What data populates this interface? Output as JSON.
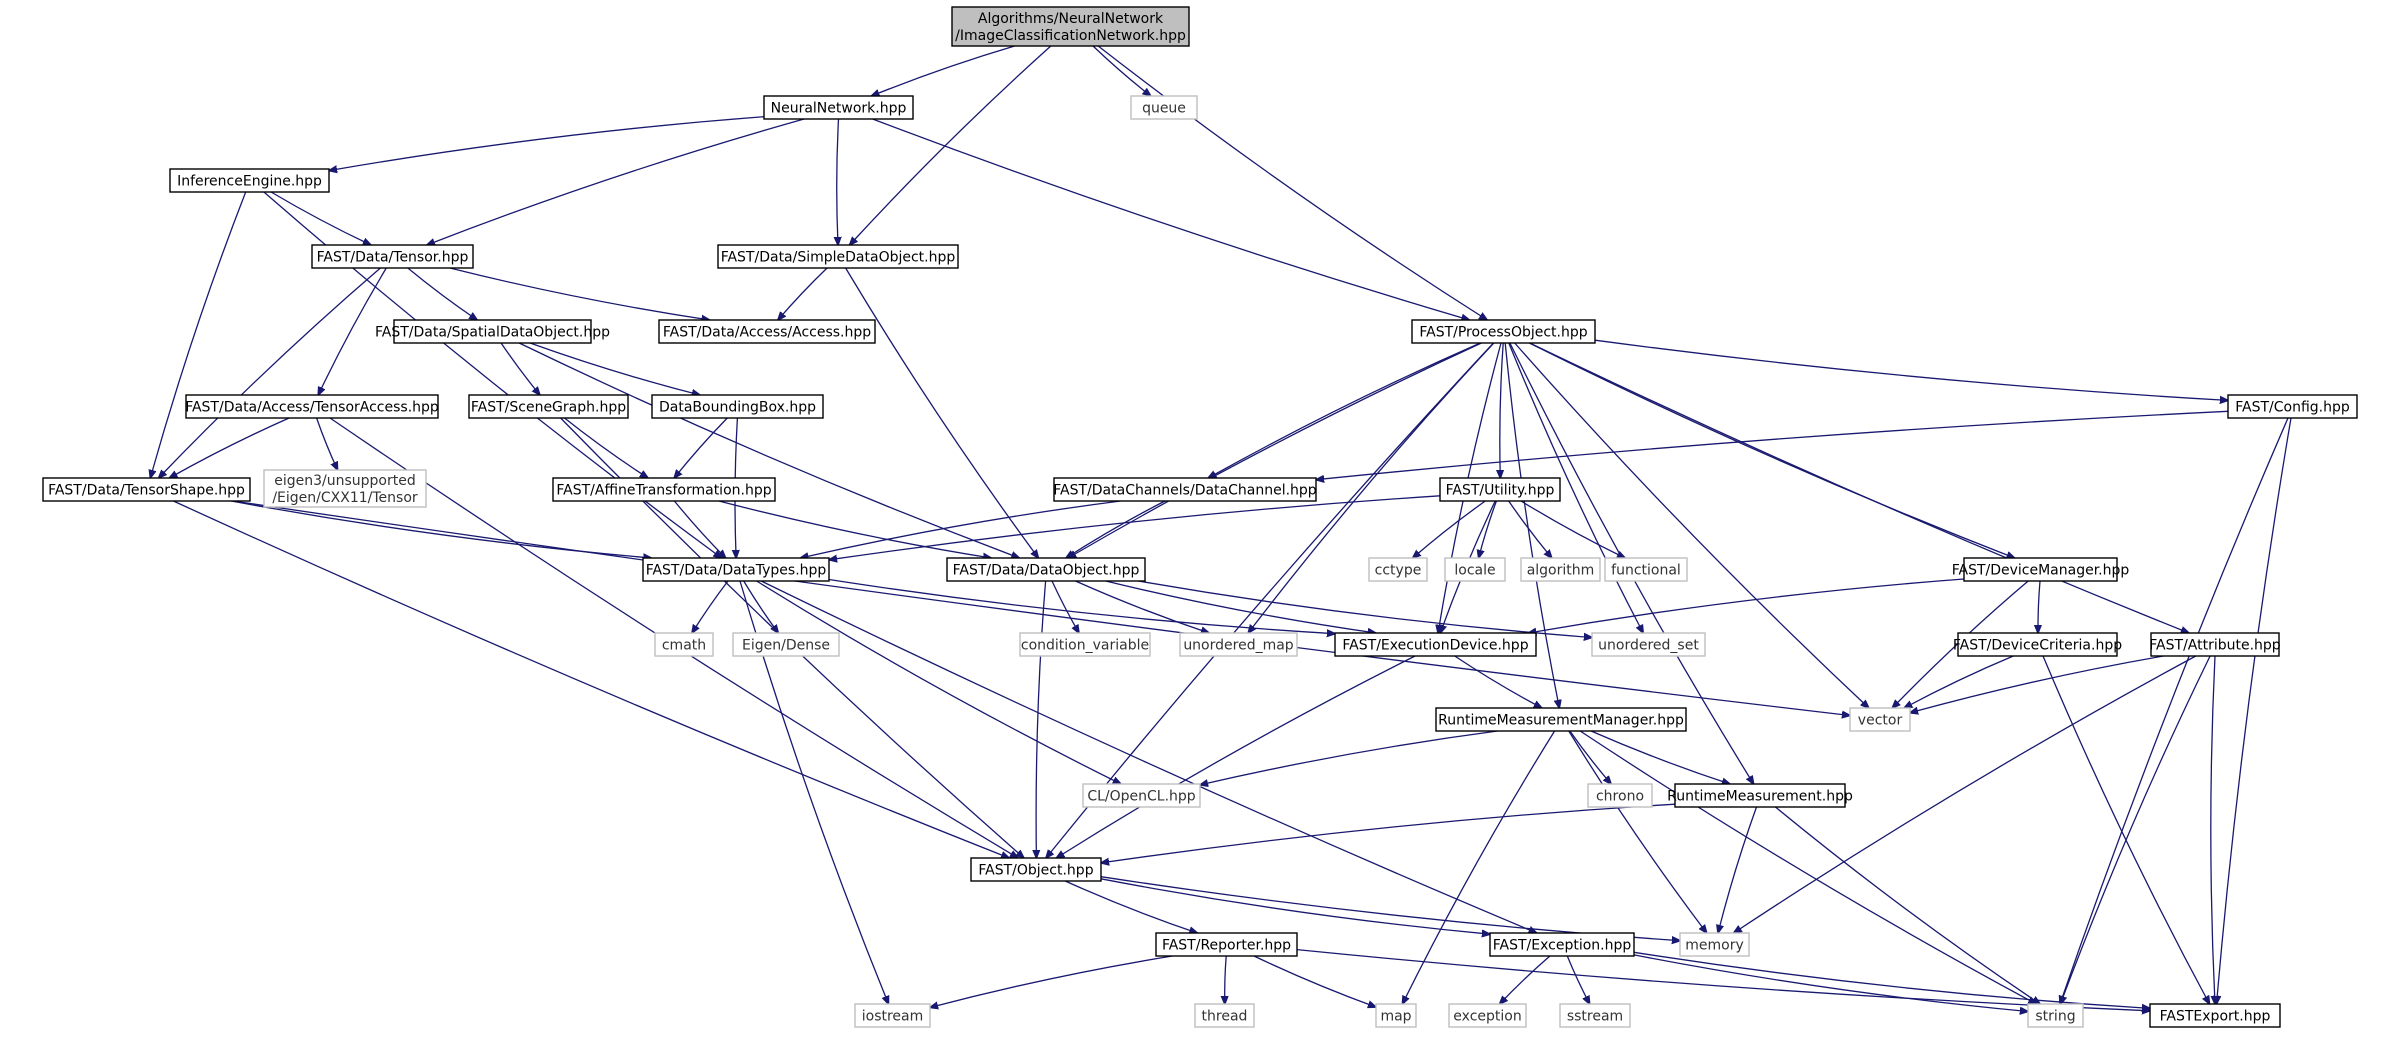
{
  "colors": {
    "edge": "#191970",
    "root_fill": "#bfbfbf",
    "internal_border": "#000000",
    "external_border": "#bfbfbf",
    "background": "#ffffff"
  },
  "nodes": {
    "root": "Algorithms/NeuralNetwork\n/ImageClassificationNetwork.hpp",
    "nn": "NeuralNetwork.hpp",
    "queue": "queue",
    "ie": "InferenceEngine.hpp",
    "tensor": "FAST/Data/Tensor.hpp",
    "sdo": "FAST/Data/SimpleDataObject.hpp",
    "po": "FAST/ProcessObject.hpp",
    "spatial": "FAST/Data/SpatialDataObject.hpp",
    "access": "FAST/Data/Access/Access.hpp",
    "tacc": "FAST/Data/Access/TensorAccess.hpp",
    "scene": "FAST/SceneGraph.hpp",
    "dbb": "DataBoundingBox.hpp",
    "config": "FAST/Config.hpp",
    "eigen3": "eigen3/unsupported\n/Eigen/CXX11/Tensor",
    "tshape": "FAST/Data/TensorShape.hpp",
    "affine": "FAST/AffineTransformation.hpp",
    "dch": "FAST/DataChannels/DataChannel.hpp",
    "util": "FAST/Utility.hpp",
    "dtypes": "FAST/Data/DataTypes.hpp",
    "dobj": "FAST/Data/DataObject.hpp",
    "cctype": "cctype",
    "locale": "locale",
    "algorithm": "algorithm",
    "functional": "functional",
    "devmgr": "FAST/DeviceManager.hpp",
    "cmath": "cmath",
    "eigendense": "Eigen/Dense",
    "condvar": "condition_variable",
    "umap": "unordered_map",
    "execdev": "FAST/ExecutionDevice.hpp",
    "uset": "unordered_set",
    "devcrit": "FAST/DeviceCriteria.hpp",
    "attr": "FAST/Attribute.hpp",
    "rmm": "RuntimeMeasurementManager.hpp",
    "vector": "vector",
    "opencl": "CL/OpenCL.hpp",
    "chrono": "chrono",
    "rm": "RuntimeMeasurement.hpp",
    "object": "FAST/Object.hpp",
    "memory": "memory",
    "reporter": "FAST/Reporter.hpp",
    "exception": "FAST/Exception.hpp",
    "iostream": "iostream",
    "thread": "thread",
    "map": "map",
    "exceptionstd": "exception",
    "sstream": "sstream",
    "string": "string",
    "fastexport": "FASTExport.hpp"
  },
  "edges": [
    [
      "root",
      "nn"
    ],
    [
      "root",
      "queue"
    ],
    [
      "root",
      "sdo"
    ],
    [
      "root",
      "po"
    ],
    [
      "nn",
      "ie"
    ],
    [
      "nn",
      "tensor"
    ],
    [
      "nn",
      "sdo"
    ],
    [
      "nn",
      "po"
    ],
    [
      "ie",
      "tensor"
    ],
    [
      "ie",
      "tshape"
    ],
    [
      "ie",
      "dtypes"
    ],
    [
      "tensor",
      "spatial"
    ],
    [
      "tensor",
      "access"
    ],
    [
      "tensor",
      "tacc"
    ],
    [
      "tensor",
      "tshape"
    ],
    [
      "sdo",
      "access"
    ],
    [
      "sdo",
      "dobj"
    ],
    [
      "po",
      "dobj"
    ],
    [
      "po",
      "object"
    ],
    [
      "po",
      "dch"
    ],
    [
      "po",
      "umap"
    ],
    [
      "po",
      "execdev"
    ],
    [
      "po",
      "util"
    ],
    [
      "po",
      "uset"
    ],
    [
      "po",
      "rmm"
    ],
    [
      "po",
      "rm"
    ],
    [
      "po",
      "vector"
    ],
    [
      "po",
      "devmgr"
    ],
    [
      "po",
      "attr"
    ],
    [
      "po",
      "config"
    ],
    [
      "spatial",
      "scene"
    ],
    [
      "spatial",
      "dbb"
    ],
    [
      "spatial",
      "dobj"
    ],
    [
      "tacc",
      "eigen3"
    ],
    [
      "tacc",
      "tshape"
    ],
    [
      "tacc",
      "object"
    ],
    [
      "scene",
      "affine"
    ],
    [
      "scene",
      "object"
    ],
    [
      "dbb",
      "affine"
    ],
    [
      "dbb",
      "dtypes"
    ],
    [
      "config",
      "dch"
    ],
    [
      "config",
      "string"
    ],
    [
      "config",
      "fastexport"
    ],
    [
      "tshape",
      "dtypes"
    ],
    [
      "tshape",
      "vector"
    ],
    [
      "tshape",
      "object"
    ],
    [
      "affine",
      "dtypes"
    ],
    [
      "affine",
      "dobj"
    ],
    [
      "dch",
      "dtypes"
    ],
    [
      "dch",
      "dobj"
    ],
    [
      "util",
      "dtypes"
    ],
    [
      "util",
      "cctype"
    ],
    [
      "util",
      "locale"
    ],
    [
      "util",
      "algorithm"
    ],
    [
      "util",
      "functional"
    ],
    [
      "util",
      "execdev"
    ],
    [
      "dtypes",
      "cmath"
    ],
    [
      "dtypes",
      "eigendense"
    ],
    [
      "dtypes",
      "opencl"
    ],
    [
      "dtypes",
      "execdev"
    ],
    [
      "dtypes",
      "exception"
    ],
    [
      "dtypes",
      "iostream"
    ],
    [
      "dobj",
      "condvar"
    ],
    [
      "dobj",
      "umap"
    ],
    [
      "dobj",
      "execdev"
    ],
    [
      "dobj",
      "uset"
    ],
    [
      "dobj",
      "object"
    ],
    [
      "devmgr",
      "execdev"
    ],
    [
      "devmgr",
      "devcrit"
    ],
    [
      "devmgr",
      "vector"
    ],
    [
      "execdev",
      "rmm"
    ],
    [
      "execdev",
      "object"
    ],
    [
      "devcrit",
      "vector"
    ],
    [
      "devcrit",
      "fastexport"
    ],
    [
      "attr",
      "vector"
    ],
    [
      "attr",
      "memory"
    ],
    [
      "attr",
      "string"
    ],
    [
      "attr",
      "fastexport"
    ],
    [
      "rmm",
      "opencl"
    ],
    [
      "rmm",
      "chrono"
    ],
    [
      "rmm",
      "rm"
    ],
    [
      "rmm",
      "map"
    ],
    [
      "rmm",
      "memory"
    ],
    [
      "rmm",
      "string"
    ],
    [
      "rm",
      "object"
    ],
    [
      "rm",
      "memory"
    ],
    [
      "rm",
      "string"
    ],
    [
      "object",
      "reporter"
    ],
    [
      "object",
      "exception"
    ],
    [
      "object",
      "memory"
    ],
    [
      "reporter",
      "iostream"
    ],
    [
      "reporter",
      "thread"
    ],
    [
      "reporter",
      "map"
    ],
    [
      "reporter",
      "fastexport"
    ],
    [
      "exception",
      "exceptionstd"
    ],
    [
      "exception",
      "sstream"
    ],
    [
      "exception",
      "string"
    ],
    [
      "exception",
      "fastexport"
    ]
  ]
}
